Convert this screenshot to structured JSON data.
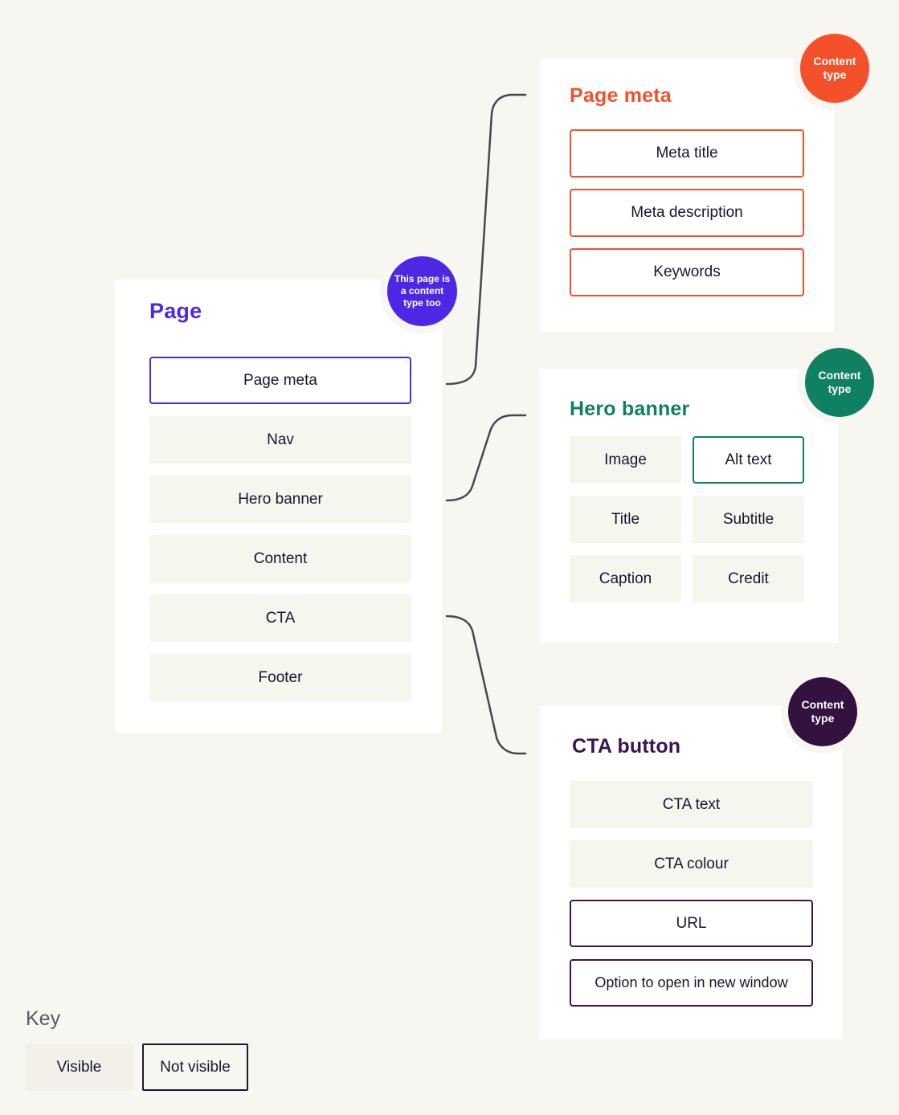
{
  "colors": {
    "background": "#f7f6f0",
    "purple_accent": "#4c28e4",
    "orange_accent": "#f2502a",
    "green_accent": "#0f8061",
    "dark_purple_accent": "#3c1454",
    "dark_plum_badge": "#331240",
    "connector_line": "#45484f"
  },
  "page_panel": {
    "title": "Page",
    "badge_text": "This page is a content type too",
    "items": [
      {
        "label": "Page meta"
      },
      {
        "label": "Nav"
      },
      {
        "label": "Hero banner"
      },
      {
        "label": "Content"
      },
      {
        "label": "CTA"
      },
      {
        "label": "Footer"
      }
    ]
  },
  "meta_panel": {
    "title": "Page meta",
    "badge_text": "Content type",
    "items": [
      {
        "label": "Meta title"
      },
      {
        "label": "Meta description"
      },
      {
        "label": "Keywords"
      }
    ]
  },
  "hero_panel": {
    "title": "Hero banner",
    "badge_text": "Content type",
    "items": [
      {
        "label": "Image"
      },
      {
        "label": "Alt text"
      },
      {
        "label": "Title"
      },
      {
        "label": "Subtitle"
      },
      {
        "label": "Caption"
      },
      {
        "label": "Credit"
      }
    ]
  },
  "cta_panel": {
    "title": "CTA button",
    "badge_text": "Content type",
    "items": [
      {
        "label": "CTA text"
      },
      {
        "label": "CTA colour"
      },
      {
        "label": "URL"
      },
      {
        "label": "Option to open in new window"
      }
    ]
  },
  "key": {
    "title": "Key",
    "visible_label": "Visible",
    "not_visible_label": "Not visible"
  }
}
